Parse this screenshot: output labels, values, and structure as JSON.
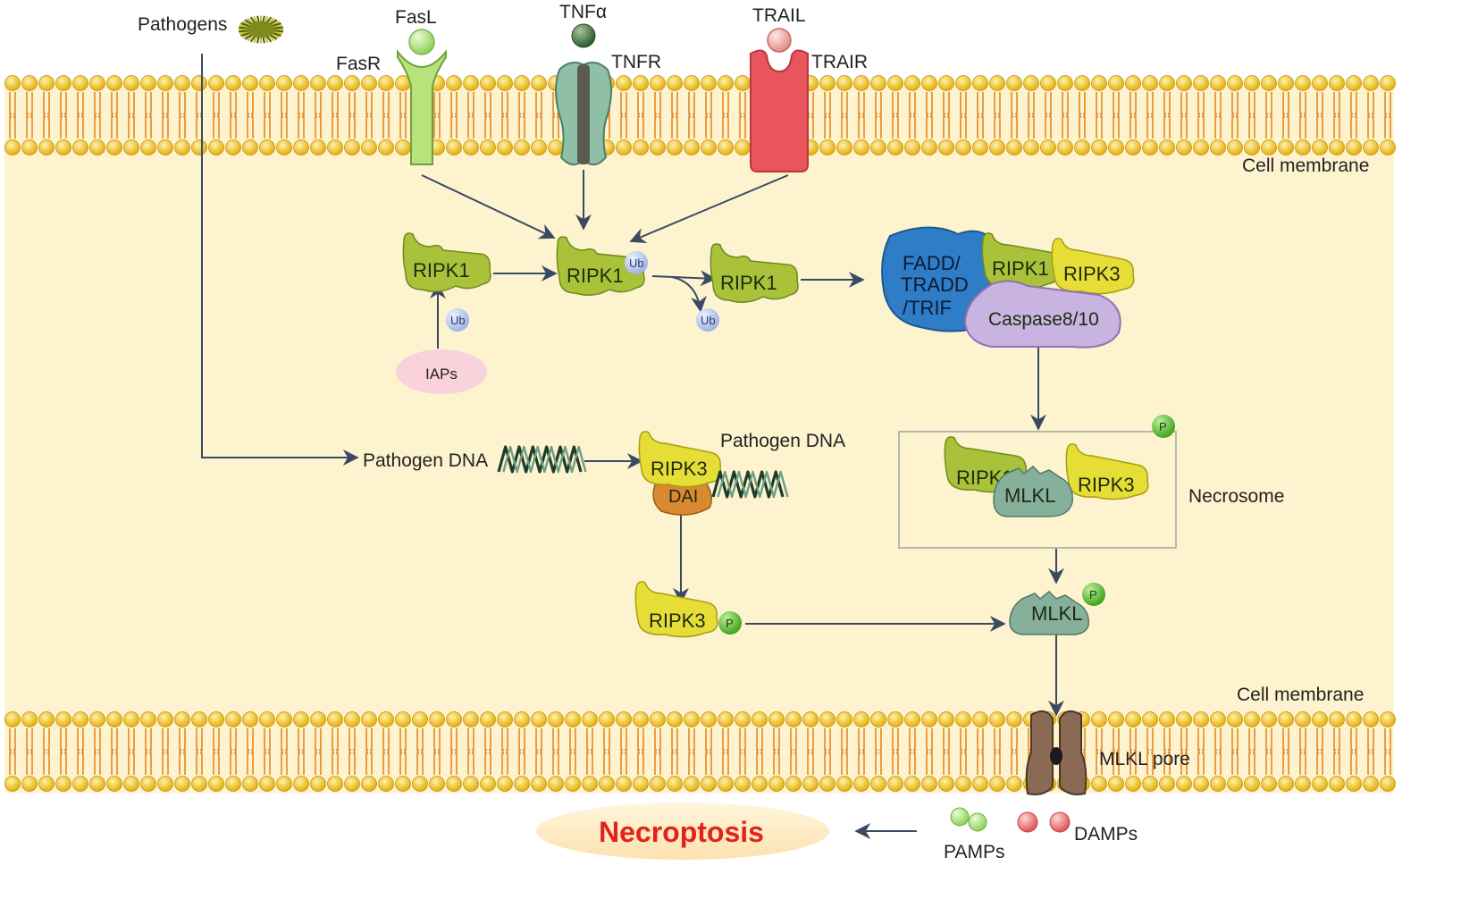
{
  "labels": {
    "pathogens": "Pathogens",
    "fasl": "FasL",
    "fasr": "FasR",
    "tnfa": "TNFα",
    "tnfr": "TNFR",
    "trail": "TRAIL",
    "trair": "TRAIR",
    "cell_membrane_top": "Cell membrane",
    "cell_membrane_bottom": "Cell membrane",
    "ripk1": "RIPK1",
    "ripk3": "RIPK3",
    "ub": "Ub",
    "p": "P",
    "iaps": "IAPs",
    "fadd_line1": "FADD/",
    "fadd_line2": "TRADD",
    "fadd_line3": "/TRIF",
    "caspase": "Caspase8/10",
    "pathogen_dna_left": "Pathogen DNA",
    "pathogen_dna_right": "Pathogen DNA",
    "dai": "DAI",
    "mlkl": "MLKL",
    "necrosome": "Necrosome",
    "mlkl_pore": "MLKL pore",
    "necroptosis": "Necroptosis",
    "pamps": "PAMPs",
    "damps": "DAMPs"
  },
  "colors": {
    "cytoplasm": "#fdf3cf",
    "lipid_head": "#f2c21b",
    "lipid_tail": "#e8861e",
    "ripk1": "#a9c23a",
    "ripk3": "#e6de37",
    "ub": "#b6c8ee",
    "p": "#6cc23a",
    "iaps": "#f9d2dc",
    "fadd": "#2f7cc7",
    "caspase": "#c9b3e0",
    "mlkl": "#86b09c",
    "dai": "#d9892f",
    "arrow": "#3b4a63",
    "necroptosis_text": "#e2231a",
    "necroptosis_bg": "#fdeccd",
    "pamps": "#9fe06a",
    "damps": "#e85b5b"
  }
}
